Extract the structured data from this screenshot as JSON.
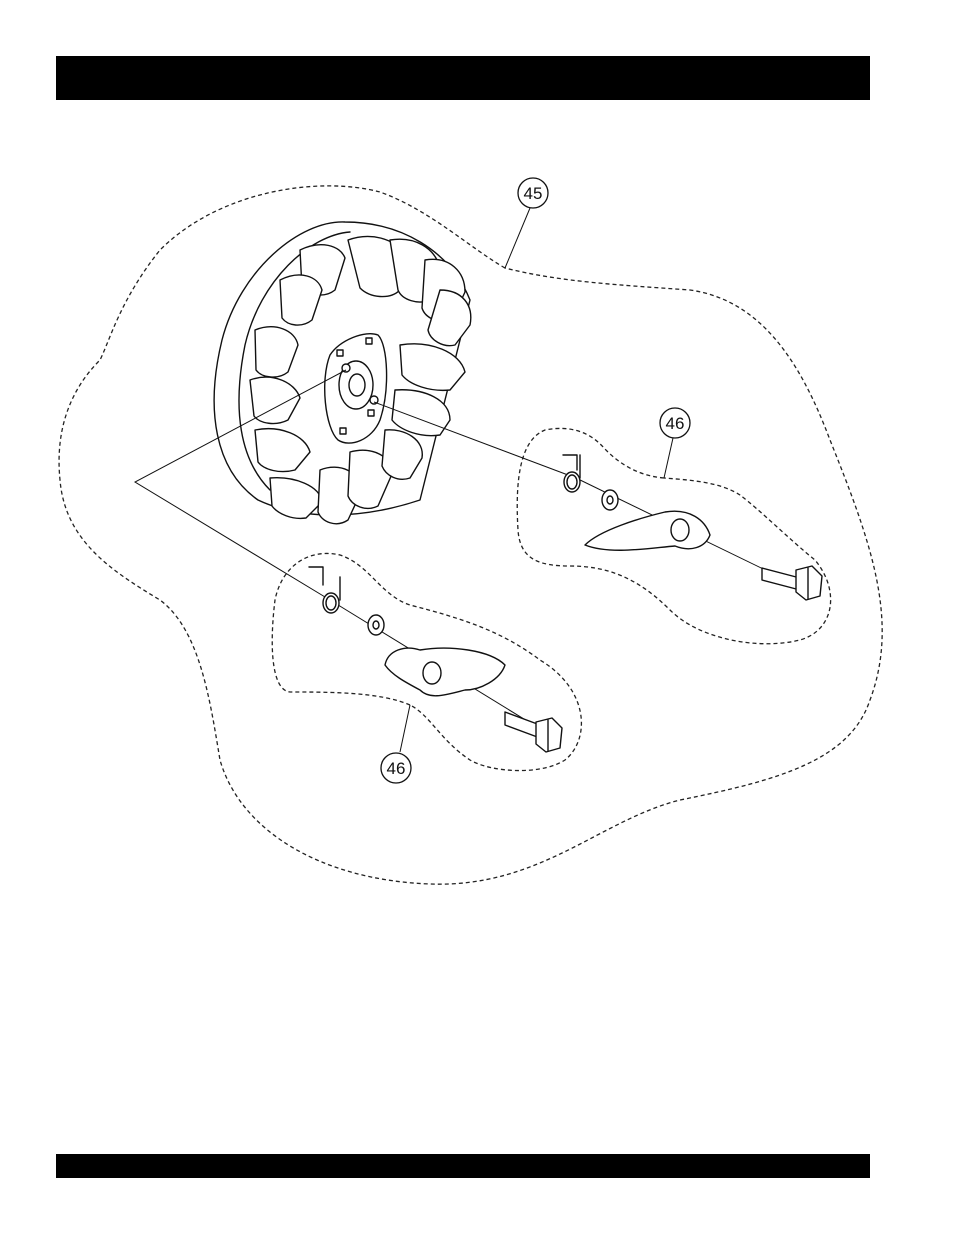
{
  "callouts": {
    "flywheel_assembly": "45",
    "pawl_upper": "46",
    "pawl_lower": "46"
  },
  "colors": {
    "header_bar": "#000000",
    "line_art": "#111111",
    "background": "#ffffff"
  }
}
